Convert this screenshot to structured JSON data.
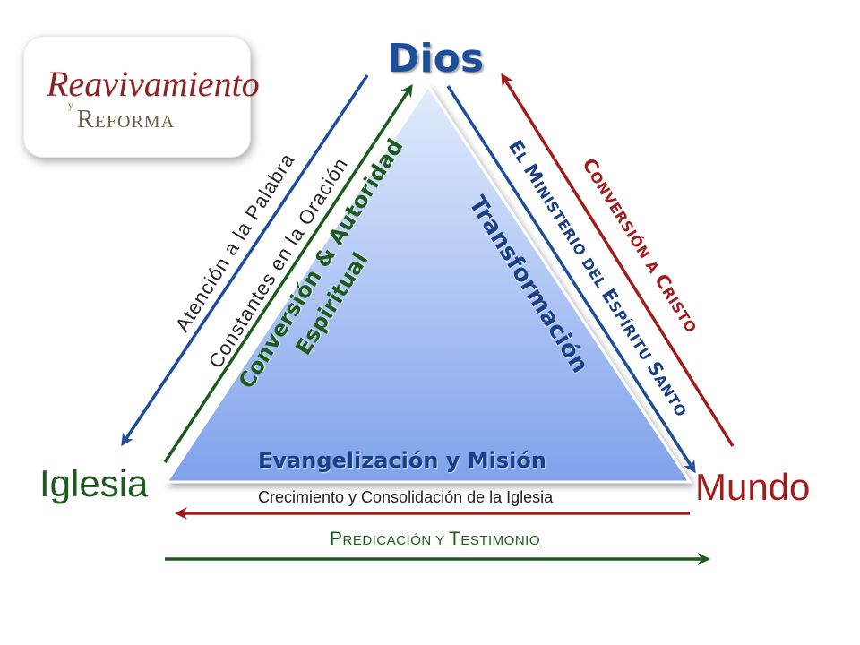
{
  "logo": {
    "main": "Reavivamiento",
    "connector": "y",
    "sub": "Reforma"
  },
  "vertices": {
    "top": "Dios",
    "left": "Iglesia",
    "right": "Mundo"
  },
  "inside": {
    "base": "Evangelización y Misión",
    "left_line1": "Conversión & Autoridad",
    "left_line2": "Espiritual",
    "right": "Transformación"
  },
  "outer_left": {
    "arrow1": "Atención a la Palabra",
    "arrow2": "Constantes en la Oración"
  },
  "outer_right": {
    "arrow1": {
      "initial": "E",
      "rest": "l ",
      "initial2": "M",
      "rest2": "inisterio del ",
      "initial3": "E",
      "rest3": "spíritu ",
      "initial4": "S",
      "rest4": "anto"
    },
    "arrow2": {
      "initial": "C",
      "rest": "onversión a ",
      "initial2": "C",
      "rest2": "risto"
    }
  },
  "bottom": {
    "growth": "Crecimiento y Consolidación de la Iglesia",
    "preaching": {
      "initial": "P",
      "rest": "redicación y ",
      "initial2": "T",
      "rest2": "estimonio"
    }
  },
  "colors": {
    "blue": "#1f4e99",
    "green": "#1d5a1d",
    "red": "#a31c1c",
    "triangle_top": "#dbe6fb",
    "triangle_bottom": "#86a8ef"
  }
}
